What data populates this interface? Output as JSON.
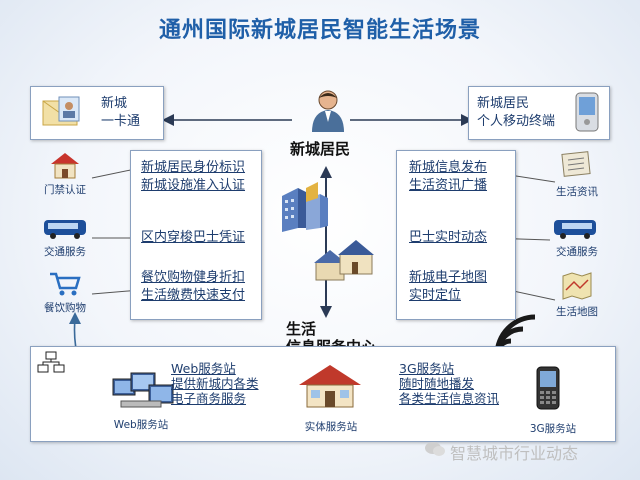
{
  "title": "通州国际新城居民智能生活场景",
  "top_left_card": {
    "line1": "新城",
    "line2": "一卡通"
  },
  "top_right_card": {
    "line1": "新城居民",
    "line2": "个人移动终端"
  },
  "center_labels": {
    "resident": "新城居民",
    "service_center_l1": "生活",
    "service_center_l2": "信息服务中心"
  },
  "left_services": {
    "items": [
      {
        "line1": "新城居民身份标识",
        "line2": "新城设施准入认证"
      },
      {
        "line1": "区内穿梭巴士凭证",
        "line2": ""
      },
      {
        "line1": "餐饮购物健身折扣",
        "line2": "生活缴费快速支付"
      }
    ]
  },
  "right_services": {
    "items": [
      {
        "line1": "新城信息发布",
        "line2": "生活资讯广播"
      },
      {
        "line1": "巴士实时动态",
        "line2": ""
      },
      {
        "line1": "新城电子地图",
        "line2": "实时定位"
      }
    ]
  },
  "left_icons": [
    "门禁认证",
    "交通服务",
    "餐饮购物"
  ],
  "right_icons": [
    "生活资讯",
    "交通服务",
    "生活地图"
  ],
  "bottom": {
    "web_label": "Web服务站",
    "web_desc": [
      "Web服务站",
      "提供新城内各类",
      "电子商务服务"
    ],
    "physical_label": "实体服务站",
    "g3_desc": [
      "3G服务站",
      "随时随地播发",
      "各类生活信息资讯"
    ],
    "g3_label": "3G服务站"
  },
  "watermark": "智慧城市行业动态",
  "colors": {
    "title": "#1f5fa8",
    "text": "#1e3d6e",
    "arrow": "#2b5a8a"
  }
}
